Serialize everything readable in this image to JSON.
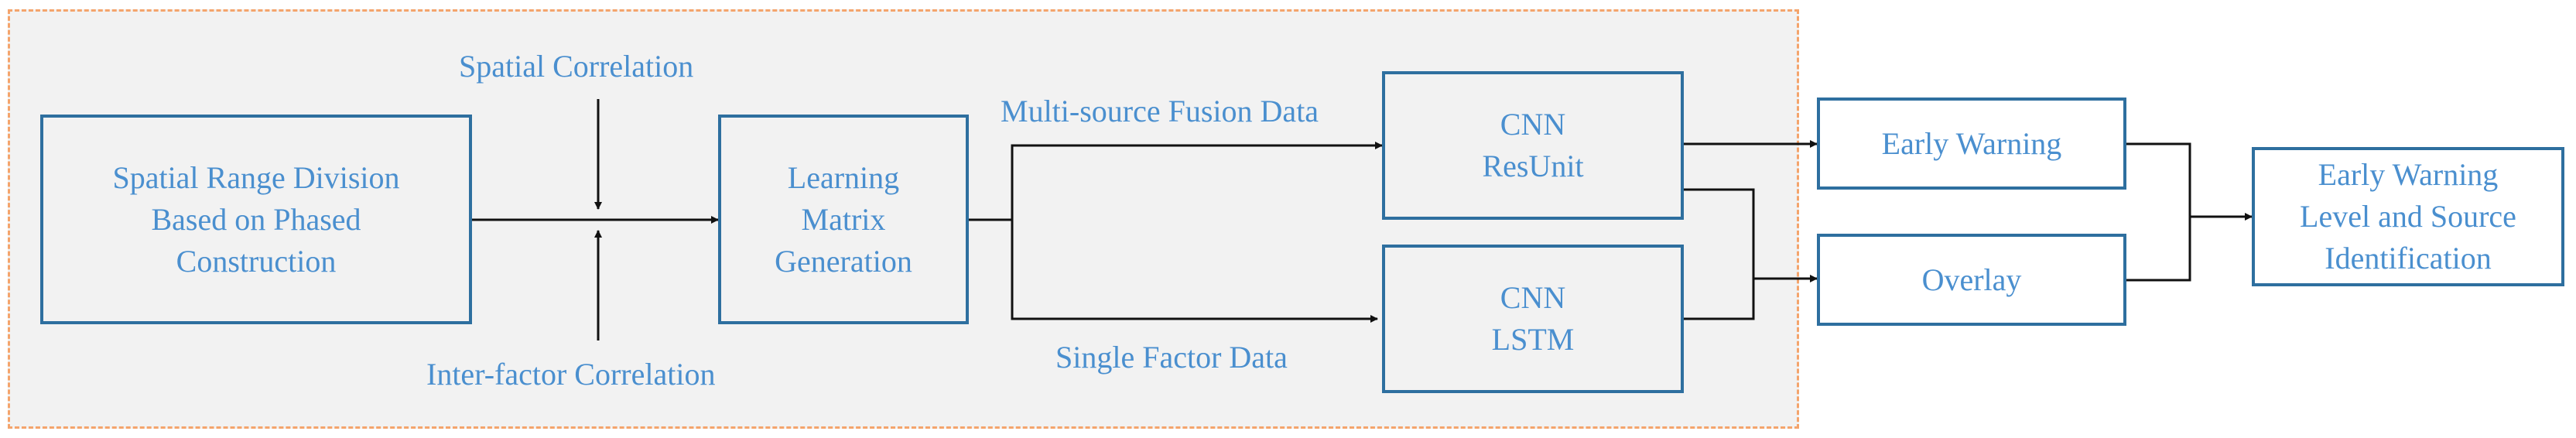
{
  "boxes": {
    "spatial_range": "Spatial Range Division\nBased on Phased\nConstruction",
    "learning_matrix": "Learning\nMatrix\nGeneration",
    "cnn_resunit": "CNN\nResUnit",
    "cnn_lstm": "CNN\nLSTM",
    "early_warning": "Early Warning",
    "overlay": "Overlay",
    "final": "Early Warning\nLevel and Source\nIdentification"
  },
  "labels": {
    "spatial_correlation": "Spatial Correlation",
    "inter_factor_correlation": "Inter-factor Correlation",
    "multi_source": "Multi-source Fusion Data",
    "single_factor": "Single Factor Data"
  },
  "colors": {
    "box_border": "#2e6f9f",
    "text": "#4a8fcf",
    "arrow": "#111111",
    "panel_border": "#f4a46c",
    "panel_fill": "#f2f2f2"
  }
}
